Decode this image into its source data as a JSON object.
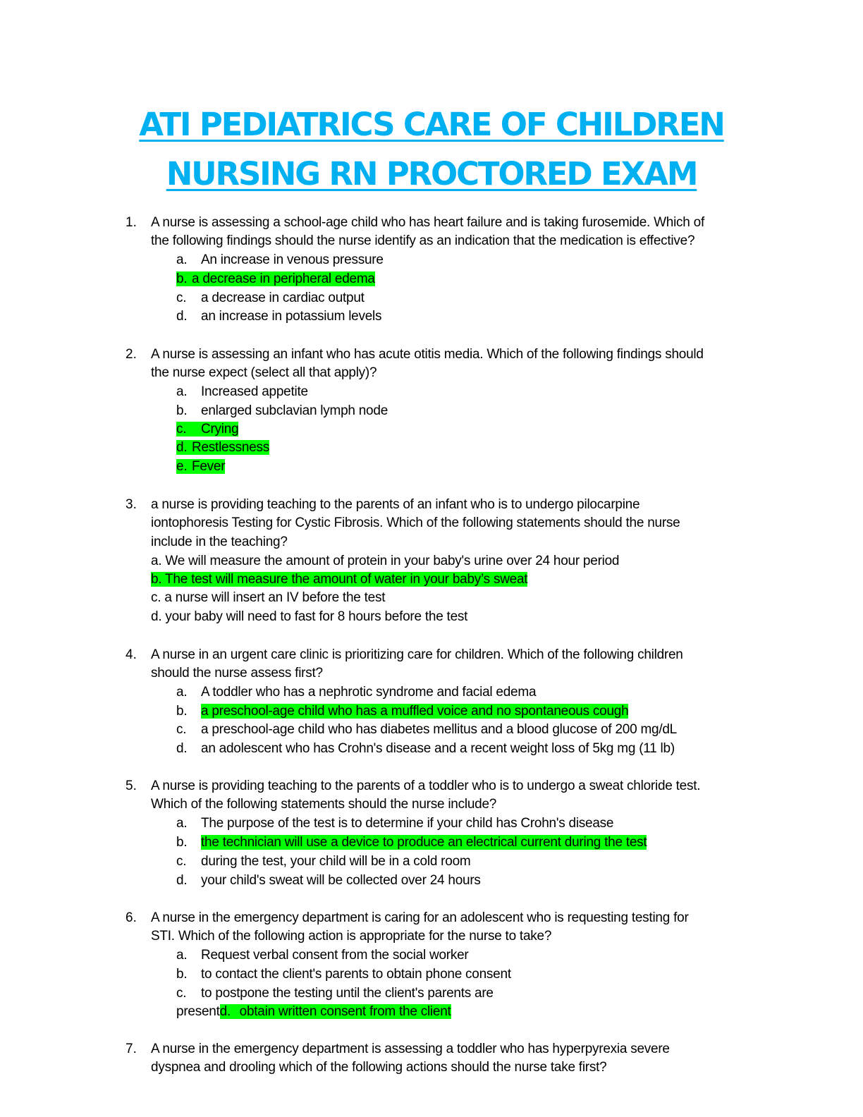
{
  "document": {
    "title_line1": "ATI PEDIATRICS CARE OF CHILDREN ",
    "title_line2": "NURSING RN PROCTORED EXAM",
    "highlight_color": "#00ff00",
    "title_color": "#00b0f0"
  },
  "questions": [
    {
      "number": "1.",
      "stem_line1": "A nurse is assessing a school-age child who has heart failure and is taking furosemide. Which of",
      "stem_line2": "the following findings should the nurse identify as an indication that the medication is effective?",
      "options": [
        {
          "letter": "a.",
          "text": "An increase in venous pressure",
          "correct": false
        },
        {
          "letter": "b.",
          "text": "a decrease in peripheral edema",
          "correct": true
        },
        {
          "letter": "c.",
          "text": "a decrease in cardiac output",
          "correct": false
        },
        {
          "letter": "d.",
          "text": "an increase in potassium levels",
          "correct": false
        }
      ]
    },
    {
      "number": "2.",
      "stem_line1": "A nurse is assessing an infant who has acute otitis media. Which of the following findings should",
      "stem_line2": "the nurse expect (select all that apply)?",
      "options": [
        {
          "letter": "a.",
          "text": "Increased appetite",
          "correct": false
        },
        {
          "letter": "b.",
          "text": "enlarged subclavian lymph node",
          "correct": false
        },
        {
          "letter": "c.",
          "text": "Crying",
          "correct": true
        },
        {
          "letter": "d.",
          "text": "Restlessness",
          "correct": true
        },
        {
          "letter": "e.",
          "text": "Fever",
          "correct": true
        }
      ]
    },
    {
      "number": "3.",
      "stem_line1": "a nurse is providing teaching to the parents of an infant who is to undergo pilocarpine",
      "stem_line2": "iontophoresis Testing for Cystic Fibrosis. Which of the following statements should the nurse",
      "stem_line3": "include in the teaching?",
      "options": [
        {
          "letter": "a.",
          "text": "We will measure the amount of protein in your baby's urine over 24 hour period",
          "correct": false
        },
        {
          "letter": "b.",
          "text": "The test will measure the amount of water in your baby’s sweat",
          "correct": true
        },
        {
          "letter": "c.",
          "text": "a nurse will insert an IV before the test",
          "correct": false
        },
        {
          "letter": "d.",
          "text": "your baby will need to fast for 8 hours before the test",
          "correct": false
        }
      ]
    },
    {
      "number": "4.",
      "stem_line1": "A nurse in an urgent care clinic is prioritizing care for children. Which of the following children",
      "stem_line2": "should the nurse assess first?",
      "options": [
        {
          "letter": "a.",
          "text": "A toddler who has a nephrotic syndrome and facial edema",
          "correct": false
        },
        {
          "letter": "b.",
          "text": "a preschool-age child who has a muffled voice and no spontaneous cough",
          "correct": true
        },
        {
          "letter": "c.",
          "text": "a preschool-age child who has diabetes mellitus and a blood glucose of 200 mg/dL",
          "correct": false
        },
        {
          "letter": "d.",
          "text": "an adolescent who has Crohn's disease and a recent weight loss of 5kg mg (11 lb)",
          "correct": false
        }
      ]
    },
    {
      "number": "5.",
      "stem_line1": "A nurse is providing teaching to the parents of a toddler who is to undergo a sweat chloride test.",
      "stem_line2": "Which of the following statements should the nurse include?",
      "options": [
        {
          "letter": "a.",
          "text": "The purpose of the test is to determine if your child has Crohn's disease",
          "correct": false
        },
        {
          "letter": "b.",
          "text": "the technician will use a device to produce an electrical current during the test",
          "correct": true
        },
        {
          "letter": "c.",
          "text": "during the test, your child will be in a cold room",
          "correct": false
        },
        {
          "letter": "d.",
          "text": "your child's sweat will be collected over 24 hours",
          "correct": false
        }
      ]
    },
    {
      "number": "6.",
      "stem_line1": "A nurse in the emergency department is caring for an adolescent who is requesting testing for",
      "stem_line2": "STI. Which of the following action is appropriate for the nurse to take?",
      "options": [
        {
          "letter": "a.",
          "text": "Request verbal consent from the social worker",
          "correct": false
        },
        {
          "letter": "b.",
          "text": "to contact the client's parents to obtain phone consent",
          "correct": false
        },
        {
          "letter": "c.",
          "text": "to postpone the testing until the client's parents are",
          "continuation": "present",
          "correct": false
        },
        {
          "letter": "d.",
          "text": "obtain written consent from the client",
          "correct": true
        }
      ]
    },
    {
      "number": "7.",
      "stem_line1": "A nurse in the emergency department is assessing a toddler who has hyperpyrexia severe",
      "stem_line2": "dyspnea and drooling which of the following actions should the nurse take first?"
    }
  ]
}
